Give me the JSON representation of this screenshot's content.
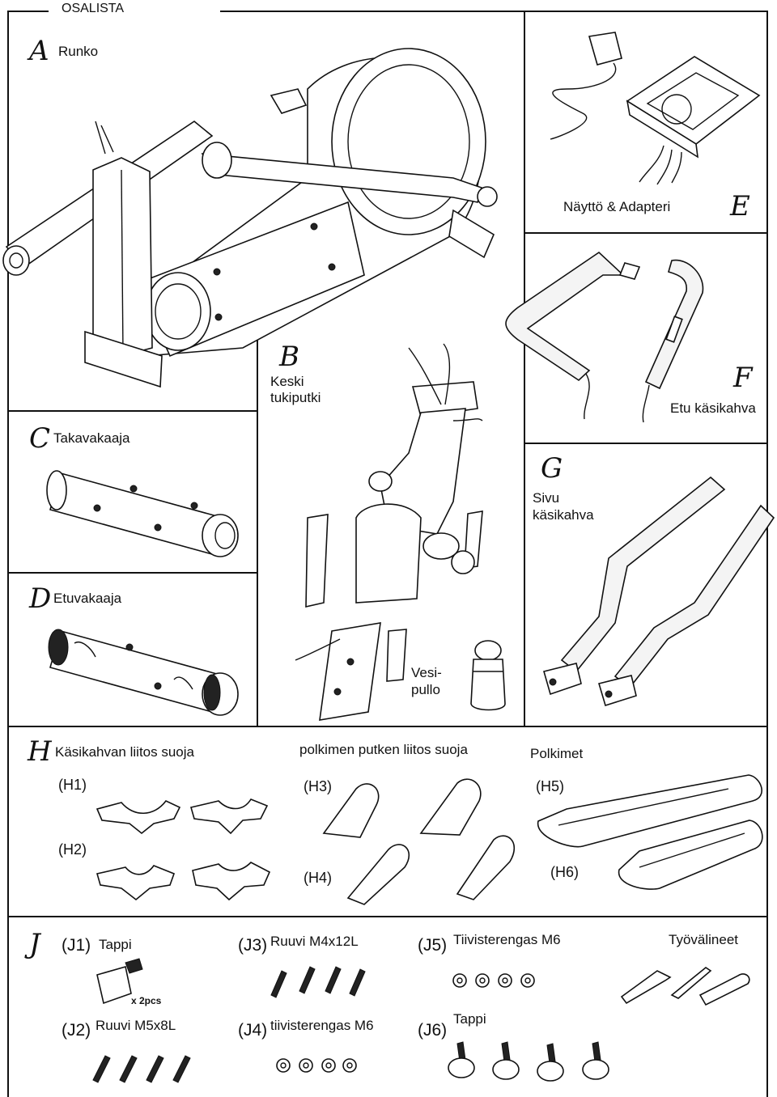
{
  "header": {
    "title": "OSALISTA"
  },
  "parts": {
    "A": {
      "letter": "A",
      "name": "Runko"
    },
    "B": {
      "letter": "B",
      "name_line1": "Keski",
      "name_line2": "tukiputki"
    },
    "C": {
      "letter": "C",
      "name": "Takavakaaja"
    },
    "D": {
      "letter": "D",
      "name": "Etuvakaaja"
    },
    "E": {
      "letter": "E",
      "name": "Näyttö & Adapteri"
    },
    "F": {
      "letter": "F",
      "name": "Etu käsikahva"
    },
    "G": {
      "letter": "G",
      "name_line1": "Sivu",
      "name_line2": "käsikahva"
    },
    "bottle": {
      "name_line1": "Vesi-",
      "name_line2": "pullo"
    },
    "H": {
      "letter": "H",
      "name": "Käsikahvan liitos suoja",
      "pedal_cover_name": "polkimen putken liitos suoja",
      "pedals_name": "Polkimet",
      "codes": [
        "(H1)",
        "(H2)",
        "(H3)",
        "(H4)",
        "(H5)",
        "(H6)"
      ]
    },
    "J": {
      "letter": "J",
      "items": [
        {
          "code": "(J1)",
          "name": "Tappi",
          "qty": "x 2pcs"
        },
        {
          "code": "(J2)",
          "name": "Ruuvi M5x8L"
        },
        {
          "code": "(J3)",
          "name": "Ruuvi M4x12L"
        },
        {
          "code": "(J4)",
          "name": "tiivisterengas M6"
        },
        {
          "code": "(J5)",
          "name": "Tiivisterengas M6"
        },
        {
          "code": "(J6)",
          "name": "Tappi"
        }
      ],
      "tools_name": "Työvälineet"
    }
  }
}
